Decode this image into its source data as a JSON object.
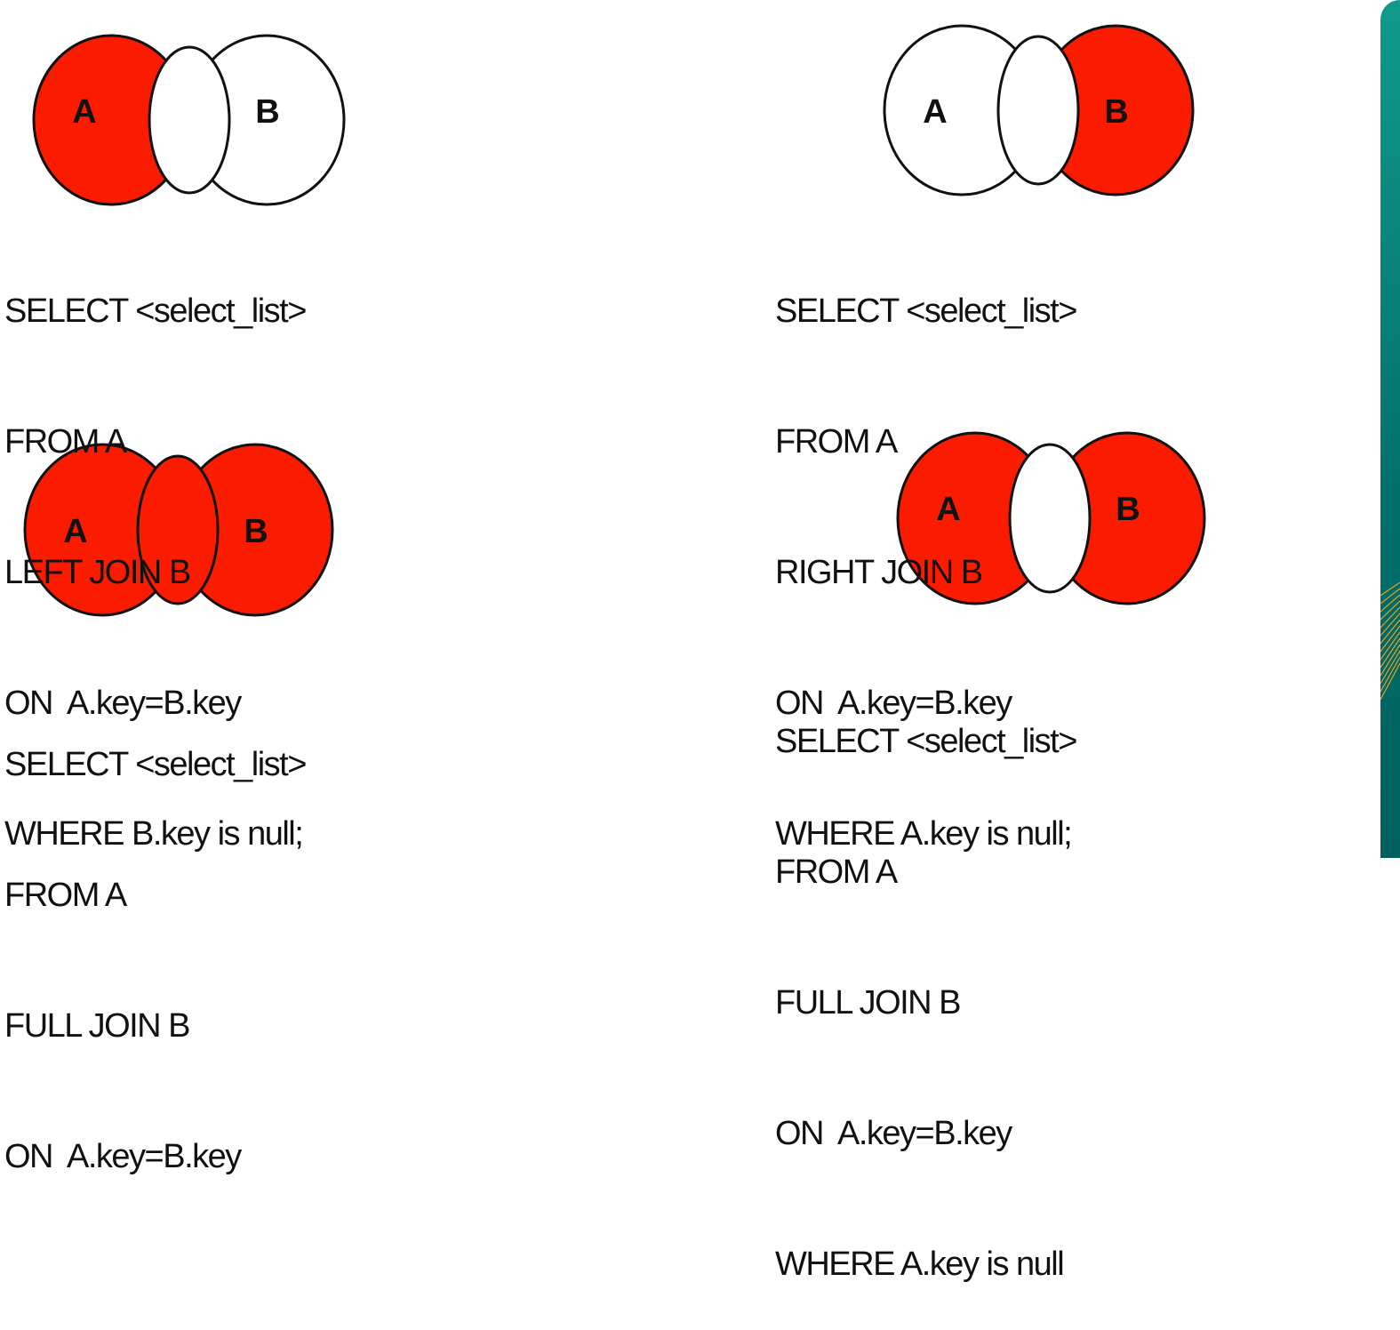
{
  "colors": {
    "fill": "#fb1c00",
    "stroke": "#111111",
    "empty": "#ffffff",
    "edge": "#0b8078",
    "accent_lines": "#e8a020"
  },
  "diagrams": [
    {
      "id": "left-join-exclusive",
      "label_a": "A",
      "label_b": "B",
      "shaded": {
        "a_only": true,
        "intersection": false,
        "b_only": false
      },
      "sql": [
        "SELECT <select_list>",
        "FROM A",
        "LEFT JOIN B",
        "ON  A.key=B.key",
        "WHERE B.key is null;"
      ]
    },
    {
      "id": "right-join-exclusive",
      "label_a": "A",
      "label_b": "B",
      "shaded": {
        "a_only": false,
        "intersection": false,
        "b_only": true
      },
      "sql": [
        "SELECT <select_list>",
        "FROM A",
        "RIGHT JOIN B",
        "ON  A.key=B.key",
        "WHERE A.key is null;"
      ]
    },
    {
      "id": "full-join",
      "label_a": "A",
      "label_b": "B",
      "shaded": {
        "a_only": true,
        "intersection": true,
        "b_only": true
      },
      "sql": [
        "SELECT <select_list>",
        "FROM A",
        "FULL JOIN B",
        "ON  A.key=B.key"
      ]
    },
    {
      "id": "full-join-exclusive",
      "label_a": "A",
      "label_b": "B",
      "shaded": {
        "a_only": true,
        "intersection": false,
        "b_only": true
      },
      "sql": [
        "SELECT <select_list>",
        "FROM A",
        "FULL JOIN B",
        "ON  A.key=B.key",
        "WHERE A.key is null"
      ]
    }
  ]
}
